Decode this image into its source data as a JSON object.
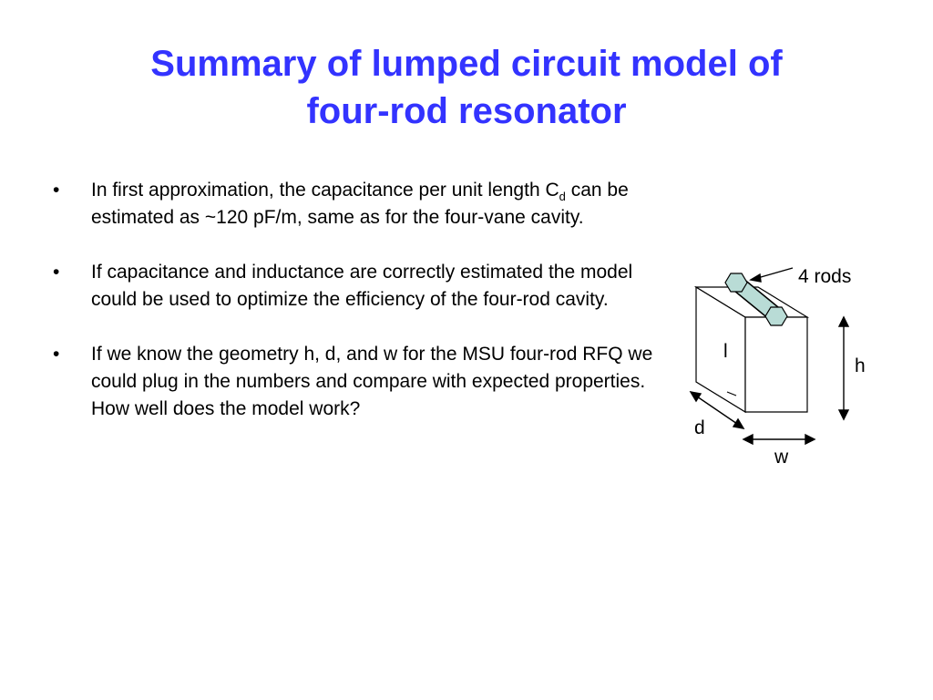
{
  "slide": {
    "title_lines": [
      "Summary of lumped circuit model of",
      "four-rod resonator"
    ],
    "title_color": "#3333ff",
    "bullet_symbol": "•",
    "bullets": [
      {
        "before_sub": "In first approximation, the capacitance per unit length C",
        "sub": "d",
        "after_sub": " can be estimated as ~120 pF/m, same as for the four-vane cavity."
      },
      {
        "text": "If capacitance and inductance are correctly estimated the model could be used to optimize the efficiency of the four-rod cavity."
      },
      {
        "text": "If we know the geometry h, d, and w for the MSU four-rod RFQ we could plug in the numbers and compare with expected properties. How well does the model work?"
      }
    ]
  },
  "diagram": {
    "labels": {
      "rods": "4 rods",
      "l": "l",
      "h": "h",
      "d": "d",
      "w": "w"
    },
    "rod_fill": "#b9dcd6"
  }
}
